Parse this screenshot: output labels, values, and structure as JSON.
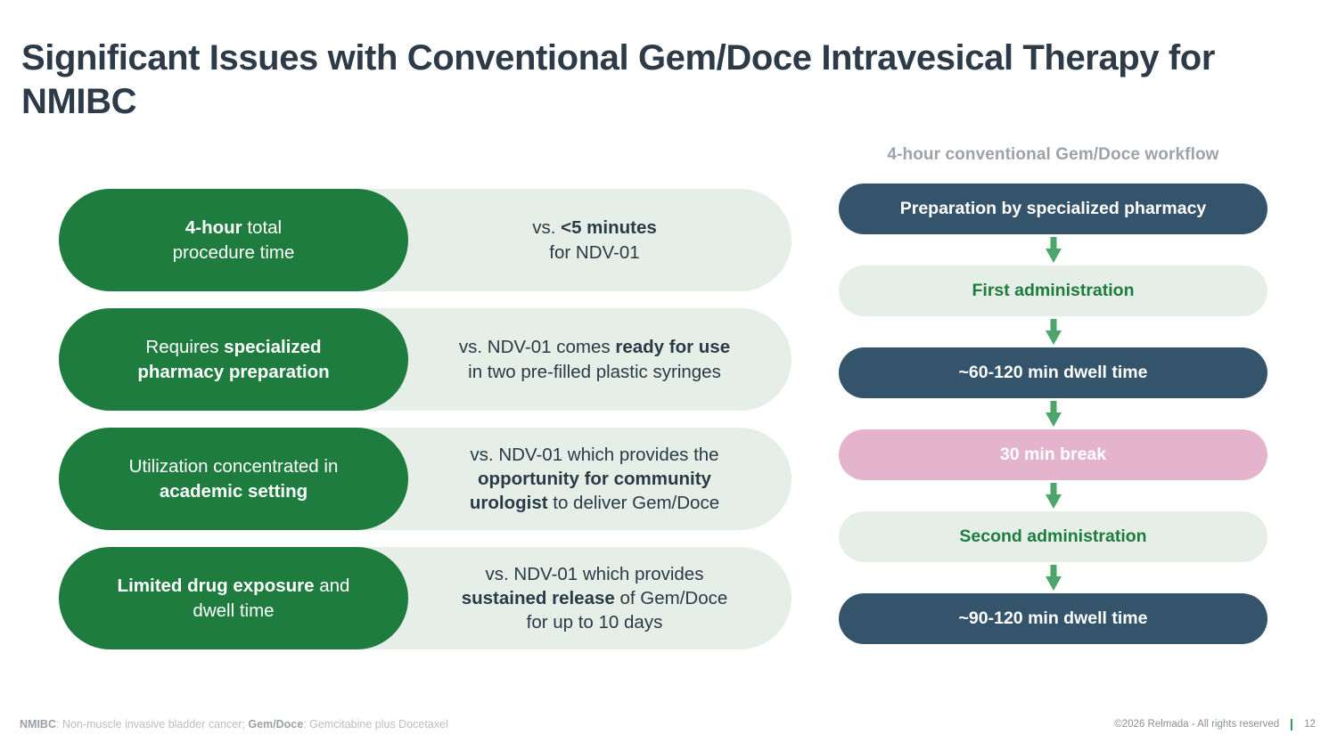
{
  "title": "Significant Issues with Conventional Gem/Doce Intravesical Therapy for NMIBC",
  "colors": {
    "green": "#1f7c3f",
    "light_green": "#e5eee7",
    "navy": "#33546a",
    "pink": "#e4b4cc",
    "arrow_green": "#4ca56b",
    "title": "#2c3b47",
    "muted_gray": "#9ca3aa"
  },
  "comparison": {
    "rows": [
      {
        "issue_html": "<b>4-hour</b> total<br>procedure time",
        "compare_html": "vs. <b>&lt;5 minutes</b><br>for NDV-01"
      },
      {
        "issue_html": "Requires <b>specialized<br>pharmacy preparation</b>",
        "compare_html": "vs. NDV-01 comes <b>ready for use</b><br>in two pre-filled plastic syringes"
      },
      {
        "issue_html": "Utilization concentrated in<br><b>academic setting</b>",
        "compare_html": "vs. NDV-01 which provides the<br><b>opportunity for community<br>urologist</b> to deliver Gem/Doce"
      },
      {
        "issue_html": "<b>Limited drug exposure</b> and<br>dwell time",
        "compare_html": "vs. NDV-01 which provides<br><b>sustained release</b> of Gem/Doce<br>for up to 10 days"
      }
    ]
  },
  "workflow": {
    "heading": "4-hour conventional Gem/Doce workflow",
    "steps": [
      {
        "label": "Preparation by specialized pharmacy",
        "style": "navy"
      },
      {
        "label": "First administration",
        "style": "light"
      },
      {
        "label": "~60-120 min dwell time",
        "style": "navy"
      },
      {
        "label": "30 min break",
        "style": "pink"
      },
      {
        "label": "Second administration",
        "style": "light"
      },
      {
        "label": "~90-120 min dwell time",
        "style": "navy"
      }
    ],
    "arrow_icon": "arrow-down-icon"
  },
  "footer": {
    "abbreviations_html": "<b>NMIBC</b>: Non-muscle invasive bladder cancer; <b>Gem/Doce</b>: Gemcitabine plus Docetaxel",
    "copyright": "©2026 Relmada - All rights reserved",
    "page_number": "12"
  }
}
